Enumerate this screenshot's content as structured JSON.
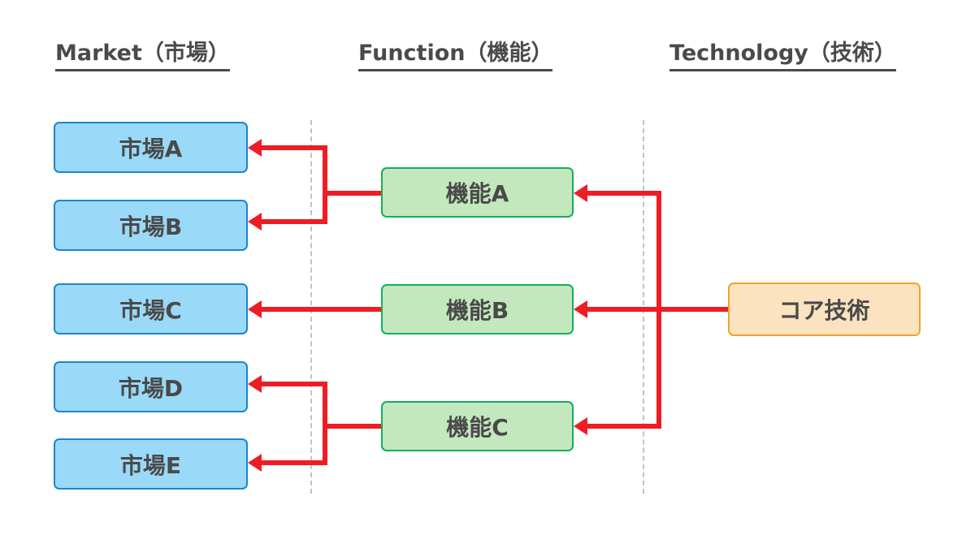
{
  "diagram": {
    "title_columns": [
      {
        "id": "market",
        "label": "Market（市場）"
      },
      {
        "id": "function",
        "label": "Function（機能）"
      },
      {
        "id": "technology",
        "label": "Technology（技術）"
      }
    ],
    "colors": {
      "market_fill": "#9ad9f7",
      "market_border": "#1b86d0",
      "function_fill": "#c3e8bd",
      "function_border": "#12af5c",
      "technology_fill": "#fbe3c0",
      "technology_border": "#f0a32a",
      "arrow": "#ee1c25",
      "divider": "#c4c4c4",
      "text": "#4a4a4a"
    },
    "markets": [
      {
        "id": "market-a",
        "label": "市場A"
      },
      {
        "id": "market-b",
        "label": "市場B"
      },
      {
        "id": "market-c",
        "label": "市場C"
      },
      {
        "id": "market-d",
        "label": "市場D"
      },
      {
        "id": "market-e",
        "label": "市場E"
      }
    ],
    "functions": [
      {
        "id": "function-a",
        "label": "機能A"
      },
      {
        "id": "function-b",
        "label": "機能B"
      },
      {
        "id": "function-c",
        "label": "機能C"
      }
    ],
    "technology": {
      "id": "core-technology",
      "label": "コア技術"
    },
    "links": [
      {
        "from": "function-a",
        "to": [
          "market-a",
          "market-b"
        ]
      },
      {
        "from": "function-b",
        "to": [
          "market-c"
        ]
      },
      {
        "from": "function-c",
        "to": [
          "market-d",
          "market-e"
        ]
      },
      {
        "from": "core-technology",
        "to": [
          "function-a",
          "function-b",
          "function-c"
        ]
      }
    ]
  }
}
